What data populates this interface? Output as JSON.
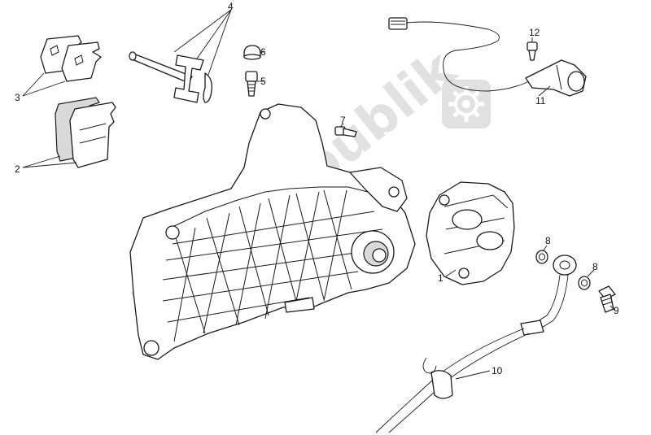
{
  "watermark": {
    "text": "Partsrepublik",
    "logo_icon": "gear-icon"
  },
  "callouts": {
    "c1": "1",
    "c2": "2",
    "c3": "3",
    "c4": "4",
    "c5": "5",
    "c6": "6",
    "c7": "7",
    "c8a": "8",
    "c8b": "8",
    "c9": "9",
    "c10": "10",
    "c11": "11",
    "c12": "12"
  },
  "colors": {
    "line": "#1a1a1a",
    "watermark": "#c9c9c9",
    "background": "#ffffff"
  }
}
